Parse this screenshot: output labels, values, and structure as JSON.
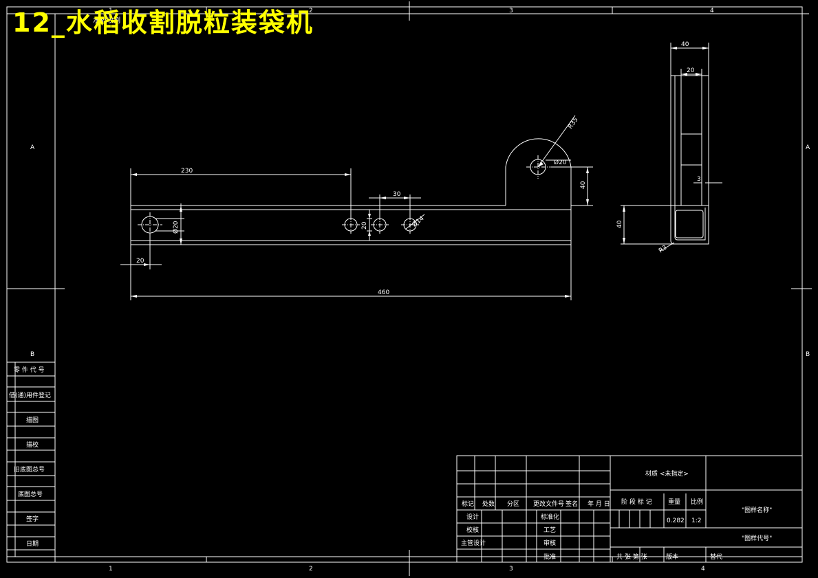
{
  "title": "12_水稻收割脱粒装袋机",
  "small_title": "水稻收割",
  "colors": {
    "background": "#000000",
    "lines": "#ffffff",
    "title": "#ffff00"
  },
  "zones": {
    "columns": [
      "1",
      "2",
      "3",
      "4"
    ],
    "rows": [
      "A",
      "B"
    ]
  },
  "dimensions": {
    "d230": "230",
    "d30": "30",
    "d20_left": "20",
    "d460": "460",
    "dia20_left": "Ø20",
    "v20_holes": "20",
    "dia14": "Ø14",
    "r35": "R35",
    "dia20_lug": "Ø20",
    "h40_lug": "40",
    "w40_side": "40",
    "w20_side": "20",
    "t3_side": "3",
    "h40_side": "40",
    "r3_side": "R3"
  },
  "left_table": [
    "零 件 代 号",
    "借(通)用件登记",
    "描图",
    "描校",
    "旧底图总号",
    "底图总号",
    "签字",
    "日期"
  ],
  "title_block": {
    "material": "材质 <未指定>",
    "rev_headers": [
      "标记",
      "处数",
      "分区",
      "更改文件号",
      "签名",
      "年 月 日"
    ],
    "design": "设计",
    "check": "校核",
    "chief": "主管设计",
    "standard": "标准化",
    "process": "工艺",
    "audit": "审核",
    "approve": "批准",
    "stage_mark": "阶 段 标 记",
    "weight_label": "重量",
    "scale_label": "比例",
    "weight_value": "0.282",
    "scale_value": "1:2",
    "drawing_name": "\"图样名称\"",
    "drawing_code": "\"图样代号\"",
    "sheets": "共  张  第  张",
    "version": "版本",
    "replace": "替代"
  }
}
